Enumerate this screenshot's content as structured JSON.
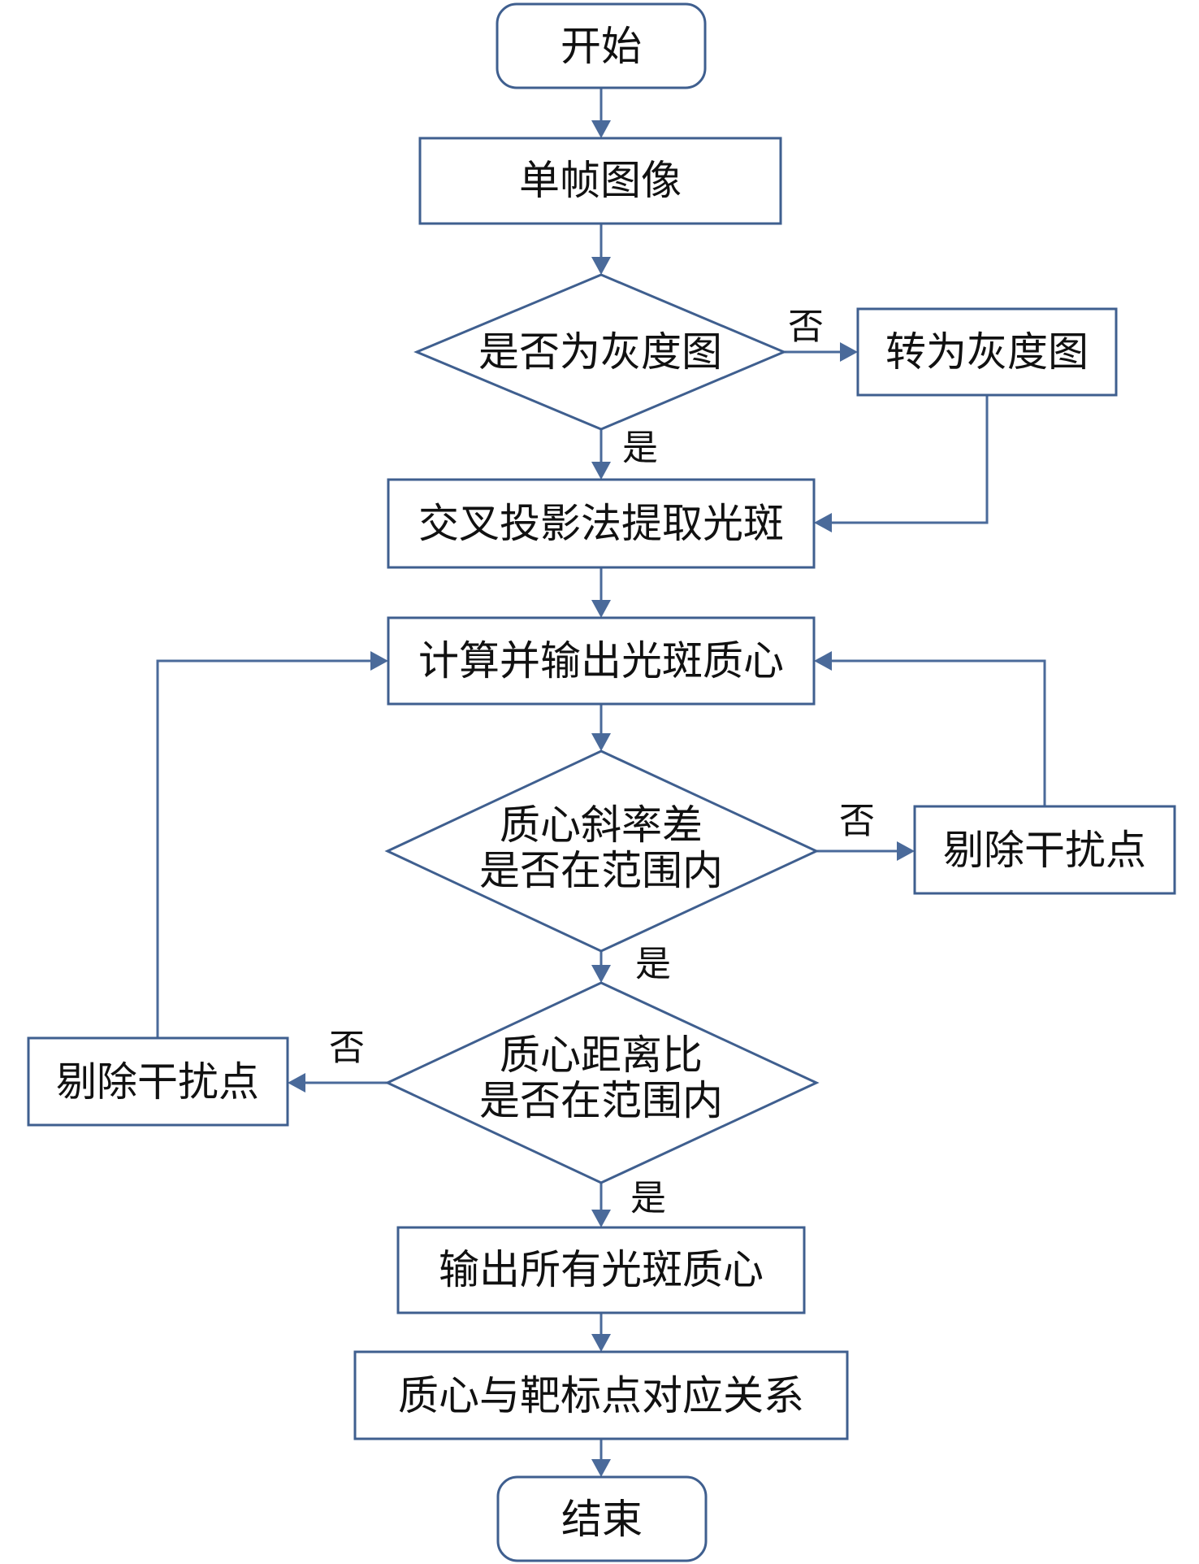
{
  "nodes": {
    "start": "开始",
    "single_frame": "单帧图像",
    "is_gray": "是否为灰度图",
    "to_gray": "转为灰度图",
    "cross_projection": "交叉投影法提取光斑",
    "compute_centroid": "计算并输出光斑质心",
    "slope_check_line1": "质心斜率差",
    "slope_check_line2": "是否在范围内",
    "remove_right": "剔除干扰点",
    "distance_check_line1": "质心距离比",
    "distance_check_line2": "是否在范围内",
    "remove_left": "剔除干扰点",
    "output_all": "输出所有光斑质心",
    "correspondence": "质心与靶标点对应关系",
    "end": "结束"
  },
  "edge_labels": {
    "gray_no": "否",
    "gray_yes": "是",
    "slope_no": "否",
    "slope_yes": "是",
    "distance_no": "否",
    "distance_yes": "是"
  },
  "colors": {
    "box_stroke": "#3f5f8f",
    "edge": "#4a6a9a",
    "text": "#111111"
  }
}
